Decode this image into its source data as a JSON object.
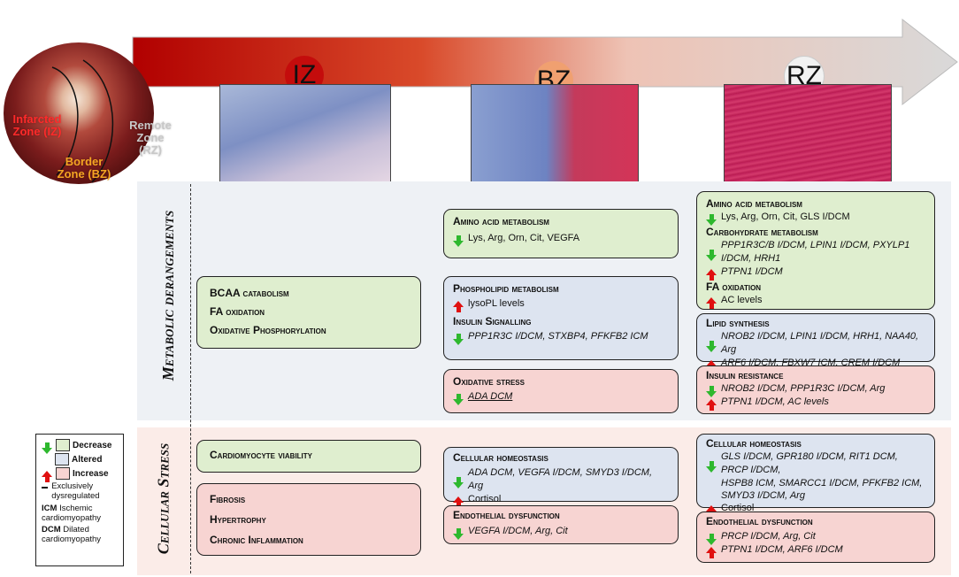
{
  "zones": {
    "iz": "IZ",
    "bz": "BZ",
    "rz": "RZ"
  },
  "heart": {
    "iz_label": "Infarcted Zone (IZ)",
    "bz_label": "Border Zone (BZ)",
    "rz_label": "Remote Zone (RZ)"
  },
  "sections": {
    "metabolic": "Metabolic derangements",
    "cellular": "Cellular Stress"
  },
  "iz_meta_box": {
    "items": [
      "BCAA catabolism",
      "FA oxidation",
      "Oxidative Phosphorylation"
    ]
  },
  "bz_amino": {
    "title": "Amino acid metabolism",
    "line": "Lys, Arg, Orn, Cit, VEGFA"
  },
  "bz_phospho": {
    "title": "Phospholipid metabolism",
    "line": "lysoPL levels",
    "title2": "Insulin Signalling",
    "line2": "PPP1R3C I/DCM, STXBP4, PFKFB2 ICM"
  },
  "bz_oxid": {
    "title": "Oxidative stress",
    "line": "ADA DCM"
  },
  "rz_amino": {
    "title": "Amino acid metabolism",
    "line": "Lys, Arg, Orn, Cit, GLS I/DCM",
    "title2": "Carbohydrate metabolism",
    "line2": "PPP1R3C/B I/DCM, LPIN1 I/DCM, PXYLP1 I/DCM, HRH1",
    "line3": "PTPN1 I/DCM",
    "title3": "FA oxidation",
    "line4": "AC levels"
  },
  "rz_lipid": {
    "title": "Lipid synthesis",
    "line": "NROB2 I/DCM, LPIN1 I/DCM, HRH1, NAA40, Arg",
    "line2": "ARF6 I/DCM, FBXW7 ICM, CREM I/DCM"
  },
  "rz_insulin": {
    "title": "Insulin resistance",
    "line": "NROB2 I/DCM, PPP1R3C I/DCM, Arg",
    "line2": "PTPN1 I/DCM, AC levels"
  },
  "iz_cell_green": {
    "items": [
      "Cardiomyocyte viability"
    ]
  },
  "iz_cell_red": {
    "items": [
      "Fibrosis",
      "Hypertrophy",
      "Chronic Inflammation"
    ]
  },
  "bz_homeo": {
    "title": "Cellular homeostasis",
    "line": "ADA DCM, VEGFA I/DCM, SMYD3 I/DCM, Arg",
    "line2": "Cortisol"
  },
  "bz_endo": {
    "title": "Endothelial dysfunction",
    "line": "VEGFA I/DCM, Arg, Cit"
  },
  "rz_homeo": {
    "title": "Cellular homeostasis",
    "line": "GLS I/DCM, GPR180 I/DCM, RIT1 DCM,   PRCP I/DCM,",
    "line_b": "HSPB8 ICM, SMARCC1 I/DCM, PFKFB2 ICM,",
    "line_c": "SMYD3 I/DCM, Arg",
    "line2": "Cortisol"
  },
  "rz_endo": {
    "title": "Endothelial dysfunction",
    "line": "PRCP I/DCM, Arg, Cit",
    "line2": "PTPN1 I/DCM, ARF6 I/DCM"
  },
  "legend": {
    "decrease": "Decrease",
    "altered": "Altered",
    "increase": "Increase",
    "exclusive": "Exclusively dysregulated",
    "icm_abbr": "ICM",
    "icm": "Ischemic cardiomyopathy",
    "dcm_abbr": "DCM",
    "dcm": "Dilated cardiomyopathy"
  },
  "colors": {
    "green": "#dfeecf",
    "blue": "#dde4f0",
    "red": "#f7d4d2",
    "up": "#e01010",
    "down": "#2eb82e"
  }
}
